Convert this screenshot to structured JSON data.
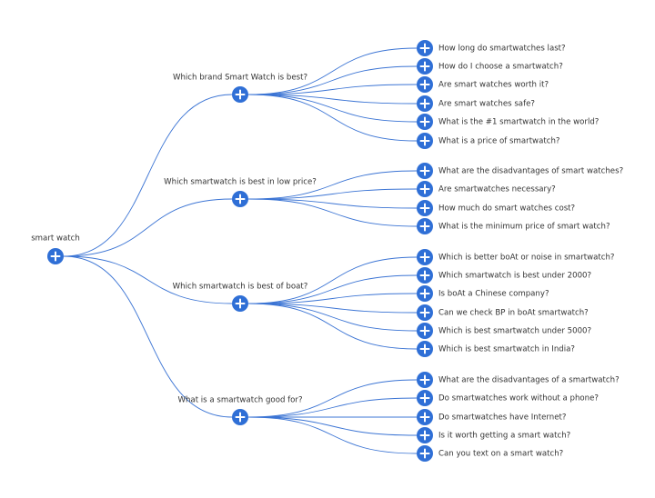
{
  "diagram": {
    "root": {
      "label": "smart watch",
      "icon": "expand-plus-icon"
    },
    "accent_color": "#2f6fd6",
    "line_color": "#3b74d4",
    "branches": [
      {
        "label": "Which brand Smart Watch is best?",
        "children": [
          "How long do smartwatches last?",
          "How do I choose a smartwatch?",
          "Are smart watches worth it?",
          "Are smart watches safe?",
          "What is the #1 smartwatch in the world?",
          "What is a price of smartwatch?"
        ]
      },
      {
        "label": "Which smartwatch is best in low price?",
        "children": [
          "What are the disadvantages of smart watches?",
          "Are smartwatches necessary?",
          "How much do smart watches cost?",
          "What is the minimum price of smart watch?"
        ]
      },
      {
        "label": "Which smartwatch is best of boat?",
        "children": [
          "Which is better boAt or noise in smartwatch?",
          "Which smartwatch is best under 2000?",
          "Is boAt a Chinese company?",
          "Can we check BP in boAt smartwatch?",
          "Which is best smartwatch under 5000?",
          "Which is best smartwatch in India?"
        ]
      },
      {
        "label": "What is a smartwatch good for?",
        "children": [
          "What are the disadvantages of a smartwatch?",
          "Do smartwatches work without a phone?",
          "Do smartwatches have Internet?",
          "Is it worth getting a smart watch?",
          "Can you text on a smart watch?"
        ]
      }
    ]
  }
}
